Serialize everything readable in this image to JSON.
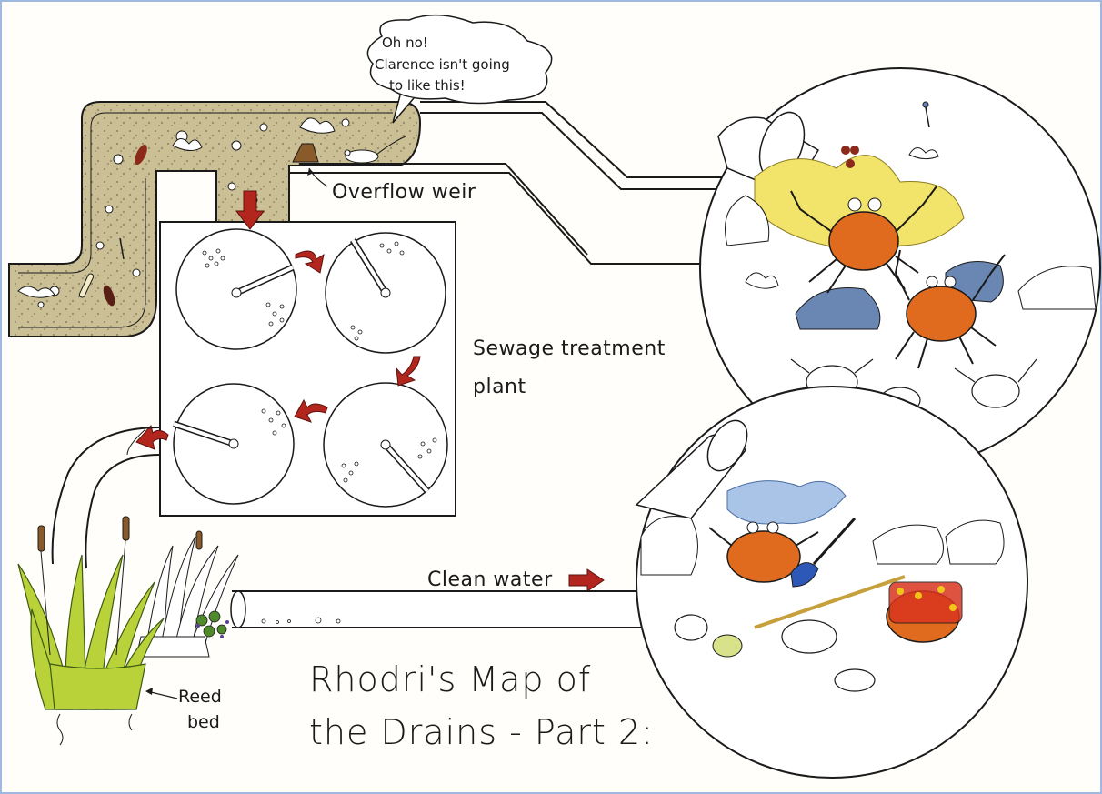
{
  "title_line1": "Rhodri's Map of",
  "title_line2": "the Drains - Part 2:",
  "speech_bubble": {
    "line1": "Oh no!",
    "line2": "Clarence isn't going",
    "line3": "to like this!"
  },
  "labels": {
    "overflow_weir": "Overflow weir",
    "sewage_plant_line1": "Sewage treatment",
    "sewage_plant_line2": "plant",
    "clean_water": "Clean water",
    "reed_bed_line1": "Reed",
    "reed_bed_line2": "bed"
  },
  "colors": {
    "frame_border": "#9fb8df",
    "ink": "#1a1a1a",
    "sewage_fill": "#cbbf96",
    "arrow_red": "#b3261e",
    "crab_orange": "#e06a1e",
    "reed_green": "#b9d23a",
    "reed_dark": "#5f8c1e",
    "splash_yellow": "#f2e36b",
    "water_blue": "#a9c4e6",
    "rock_blue": "#6a86b3"
  }
}
